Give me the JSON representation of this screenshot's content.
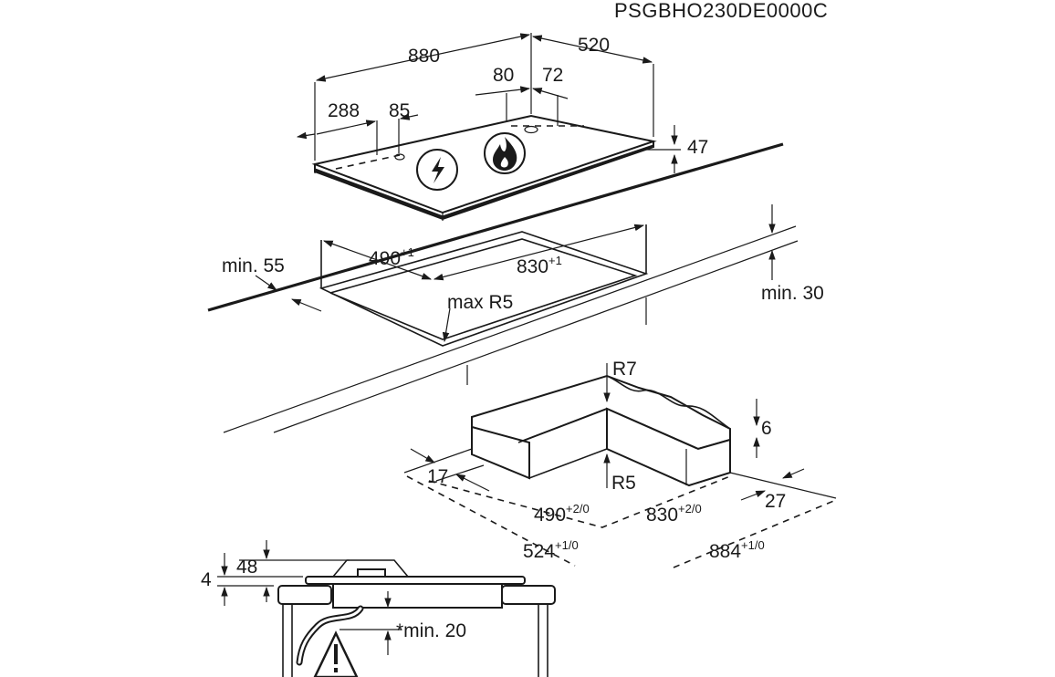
{
  "model_code": "PSGBHO230DE0000C",
  "hob": {
    "width": "880",
    "depth": "520",
    "conn_offset_1": "288",
    "conn_offset_2": "85",
    "gas_offset_1": "80",
    "gas_offset_2": "72",
    "height": "47"
  },
  "cutout": {
    "depth_value": "490",
    "depth_tol": "+1",
    "width_value": "830",
    "width_tol": "+1",
    "min_front": "min. 55",
    "corner_radius": "max R5",
    "min_wall": "min. 30"
  },
  "frame": {
    "outer_radius": "R7",
    "inner_radius": "R5",
    "thickness": "6",
    "front_margin": "17",
    "side_margin": "27",
    "depth_value": "490",
    "depth_tol": "+2/0",
    "width_value": "830",
    "width_tol": "+2/0",
    "outer_depth_value": "524",
    "outer_depth_tol": "+1/0",
    "outer_width_value": "884",
    "outer_width_tol": "+1/0"
  },
  "section": {
    "total_height": "48",
    "above_top": "4",
    "min_below": "*min. 20"
  },
  "icons": [
    "electric-connection-icon",
    "gas-flame-icon",
    "warning-triangle-icon"
  ]
}
